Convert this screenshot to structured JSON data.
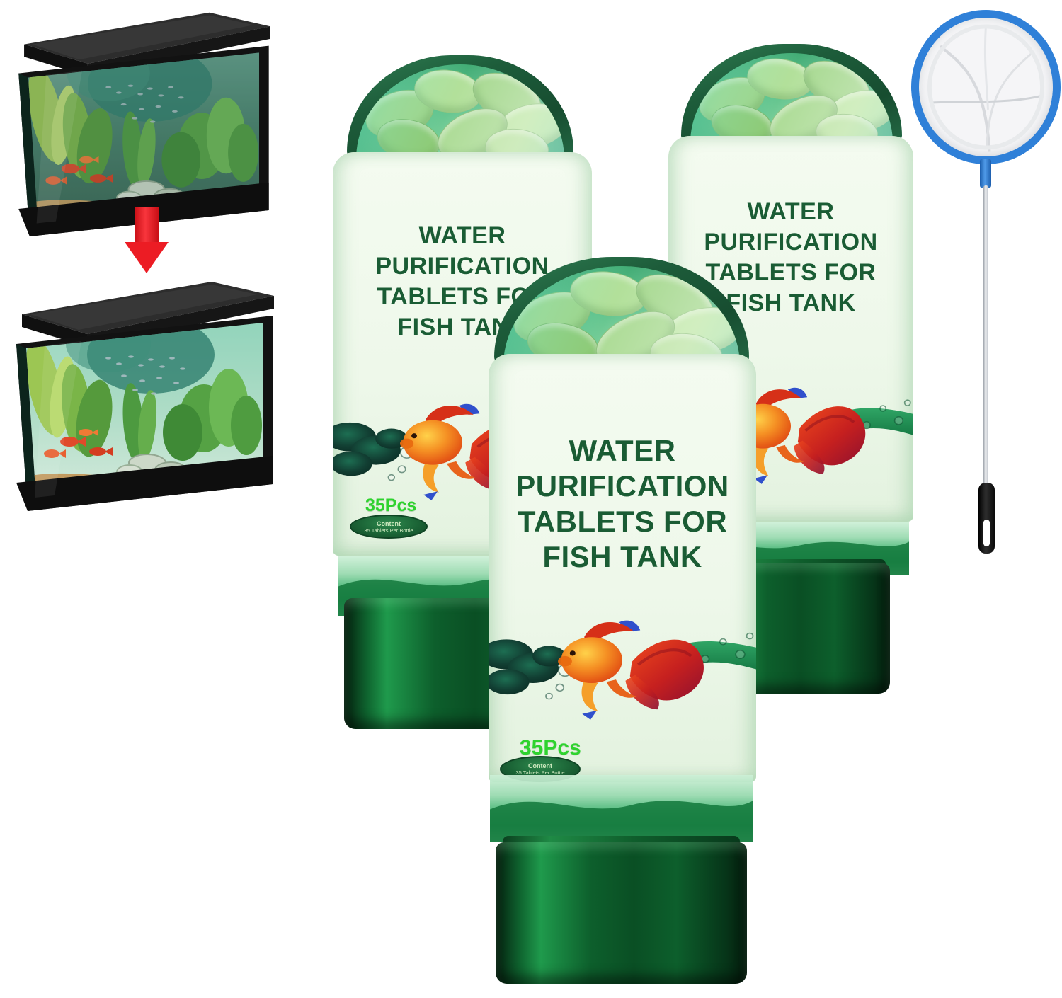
{
  "product": {
    "title_lines": [
      "WATER",
      "PURIFICATION",
      "TABLETS FOR",
      "FISH TANK"
    ],
    "count_label": "35Pcs",
    "badge": {
      "line1": "Content",
      "line2": "35 Tablets Per Bottle"
    }
  },
  "colors": {
    "label_title_green": "#1a5c34",
    "count_green": "#2ed32e",
    "badge_green": "#1b6436",
    "bottle_glass_green": "#41ab74",
    "bottle_rim_green": "#1d5c3a",
    "cap_dark_green": "#0a4f24",
    "tablet_green": "#a5d88e",
    "goldfish_orange": "#f07818",
    "goldfish_tail_red": "#c6201f",
    "fin_blue": "#3050cc",
    "swirl_teal": "#12493a",
    "net_ring_blue": "#2f80d8",
    "net_mesh_white": "#f5f5f7",
    "net_grip_black": "#141414",
    "arrow_red": "#ec1c24",
    "background": "#ffffff"
  }
}
